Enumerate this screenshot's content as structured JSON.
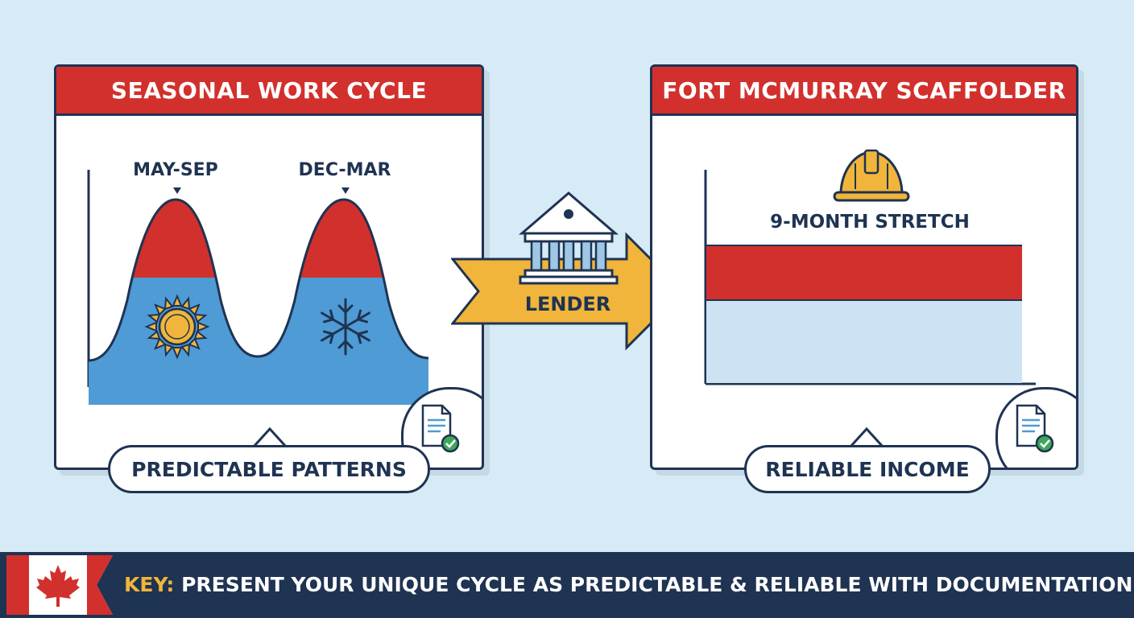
{
  "left_panel": {
    "title": "SEASONAL WORK CYCLE",
    "peak_labels": [
      "MAY-SEP",
      "DEC-MAR"
    ],
    "season_icons": [
      "sun-icon",
      "snowflake-icon"
    ],
    "caption": "PREDICTABLE PATTERNS",
    "badge_icon": "document-check-icon"
  },
  "connector": {
    "label": "LENDER",
    "icon": "bank-icon"
  },
  "right_panel": {
    "title": "FORT MCMURRAY SCAFFOLDER",
    "icon": "hard-hat-icon",
    "bar_label": "9-MONTH STRETCH",
    "caption": "RELIABLE INCOME",
    "badge_icon": "document-check-icon"
  },
  "footer": {
    "flag_icon": "canada-flag-icon",
    "key_label": "KEY:",
    "message": "PRESENT YOUR UNIQUE CYCLE AS PREDICTABLE & RELIABLE WITH DOCUMENTATION."
  },
  "colors": {
    "red": "#d2302d",
    "blue": "#4f9bd5",
    "light_blue": "#cde2f2",
    "navy": "#1f3352",
    "gold": "#f0b53a",
    "background": "#d7ebf6"
  }
}
